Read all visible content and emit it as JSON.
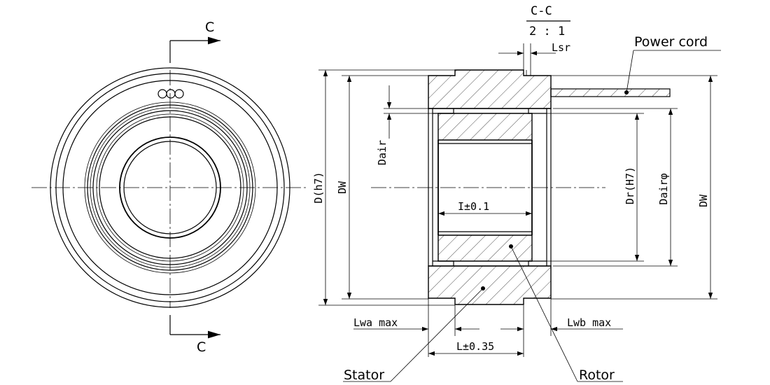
{
  "section": {
    "letter_top": "C",
    "letter_bottom": "C",
    "title": "C-C",
    "scale": "2 : 1"
  },
  "labels": {
    "power_cord": "Power cord",
    "stator": "Stator",
    "rotor": "Rotor"
  },
  "dimensions": {
    "lsr": "Lsr",
    "d_h7": "D(h7)",
    "dw_left": "DW",
    "dair": "Dair",
    "i_tol": "I±0.1",
    "dr_h7": "Dr(H7)",
    "dair_phi": "Dairφ",
    "dw_right": "DW",
    "lwa_max": "Lwa max",
    "lwb_max": "Lwb max",
    "l_tol": "L±0.35"
  }
}
